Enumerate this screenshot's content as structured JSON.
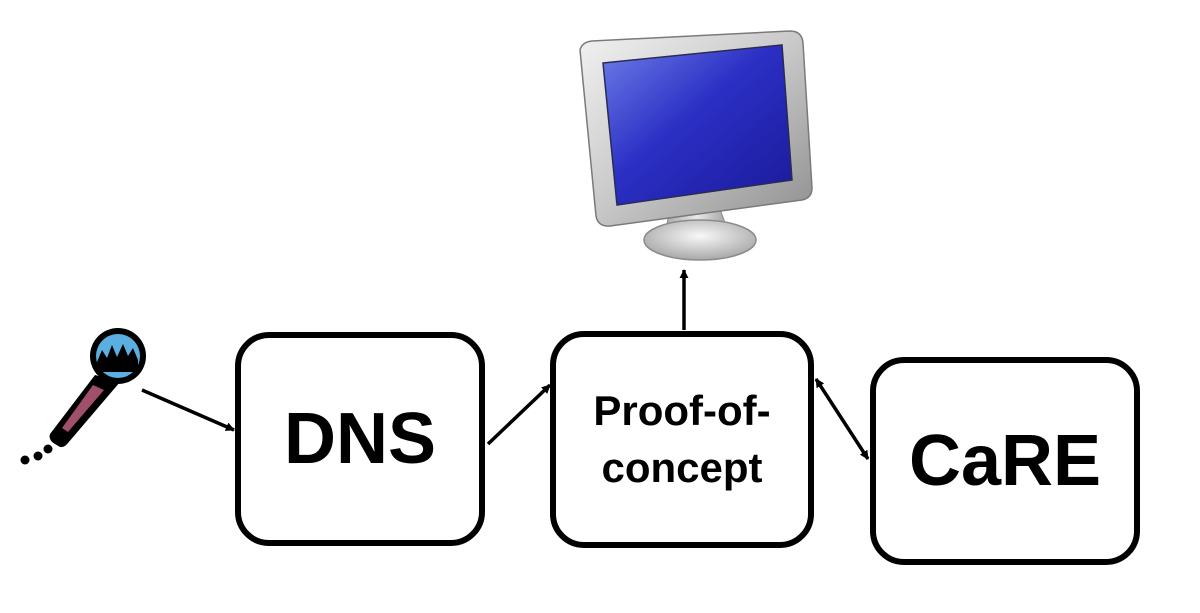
{
  "nodes": {
    "dns": {
      "label": "DNS"
    },
    "proof_of_concept": {
      "label": "Proof-of-concept"
    },
    "care": {
      "label": "CaRE"
    }
  },
  "icons": {
    "input": "microphone-icon",
    "output": "computer-monitor-icon"
  },
  "colors": {
    "stroke": "#000000",
    "screen": "#2424b8",
    "mic_head": "#5aaee0",
    "mic_stripe": "#a0506a"
  }
}
